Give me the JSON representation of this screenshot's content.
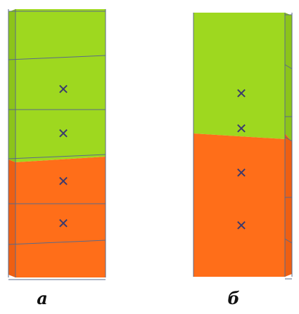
{
  "colors": {
    "green": "#9ed81f",
    "green_side": "#8cc41a",
    "orange": "#ff6e19",
    "orange_side": "#ee5f12",
    "edge": "#5a6a8a",
    "mark": "#3a3a6e"
  },
  "columns": [
    {
      "id": "a",
      "label": "а",
      "green_blocks": 3,
      "orange_blocks": 3,
      "marked_blocks": [
        2,
        3,
        4,
        5
      ]
    },
    {
      "id": "b",
      "label": "б",
      "green_blocks": 2.5,
      "orange_blocks": 3.5,
      "marked_blocks": [
        2,
        3,
        4,
        5
      ]
    }
  ],
  "mark_glyph": "✕"
}
